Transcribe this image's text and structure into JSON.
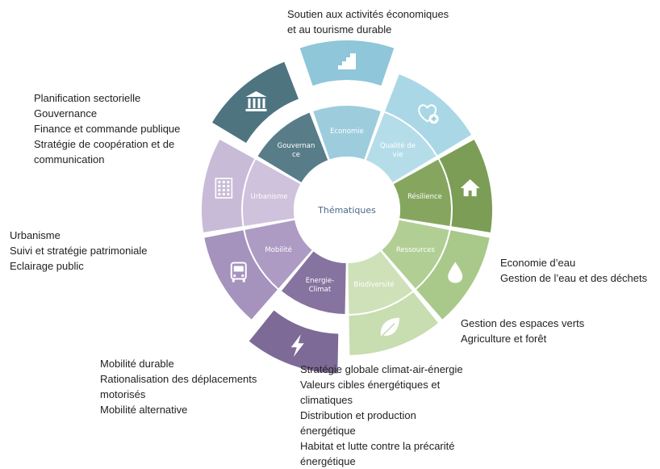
{
  "center": {
    "label": "Thématiques"
  },
  "segments": [
    {
      "id": "economie",
      "label": "Economie",
      "icon": "stairs-icon",
      "color": "#8fc6d9",
      "inner_color": "#9dcddd",
      "descriptions": [
        "Soutien aux activités économiques",
        "et au tourisme durable"
      ]
    },
    {
      "id": "qualite-de-vie",
      "label": "Qualité de vie",
      "icon": "heart-plus-icon",
      "color": "#a9d7e5",
      "inner_color": "#b5dde9",
      "descriptions": []
    },
    {
      "id": "resilience",
      "label": "Résilience",
      "icon": "house-icon",
      "color": "#7c9d56",
      "inner_color": "#86a660",
      "descriptions": []
    },
    {
      "id": "ressources",
      "label": "Ressources",
      "icon": "water-drop-icon",
      "color": "#a8c98a",
      "inner_color": "#b1cf94",
      "descriptions": [
        "Economie d’eau",
        "Gestion de l’eau et des déchets"
      ]
    },
    {
      "id": "biodiversite",
      "label": "Biodiversité",
      "icon": "leaf-icon",
      "color": "#c8ddb0",
      "inner_color": "#cfe1b9",
      "descriptions": [
        "Gestion des espaces verts",
        "Agriculture et forêt"
      ]
    },
    {
      "id": "energie-climat",
      "label": "Energie-Climat",
      "icon": "lightning-icon",
      "color": "#7d6a97",
      "inner_color": "#86739f",
      "descriptions": [
        "Stratégie globale climat-air-énergie",
        "Valeurs cibles énergétiques et",
        "climatiques",
        "Distribution et production",
        "énergétique",
        "Habitat et lutte contre la précarité",
        "énergétique"
      ]
    },
    {
      "id": "mobilite",
      "label": "Mobilité",
      "icon": "bus-icon",
      "color": "#a592bd",
      "inner_color": "#ad9bc4",
      "descriptions": [
        "Mobilité durable",
        "Rationalisation des déplacements",
        "motorisés",
        "Mobilité alternative"
      ]
    },
    {
      "id": "urbanisme",
      "label": "Urbanisme",
      "icon": "building-icon",
      "color": "#c8bbd8",
      "inner_color": "#cec2dc",
      "descriptions": [
        "Urbanisme",
        "Suivi et stratégie patrimoniale",
        "Eclairage public"
      ]
    },
    {
      "id": "gouvernance",
      "label": "Gouvernan ce",
      "icon": "institution-icon",
      "color": "#4e7480",
      "inner_color": "#587d89",
      "descriptions": [
        "Planification sectorielle",
        "Gouvernance",
        "Finance et commande publique",
        "Stratégie de coopération et de",
        "communication"
      ]
    }
  ]
}
